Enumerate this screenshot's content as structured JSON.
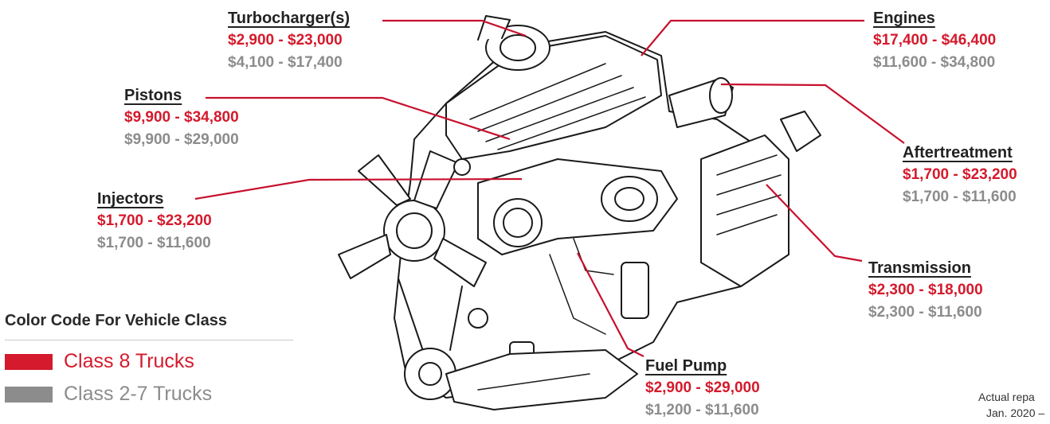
{
  "components": {
    "turbochargers": {
      "name": "Turbocharger(s)",
      "class8": "$2,900 - $23,000",
      "class2_7": "$4,100 - $17,400"
    },
    "pistons": {
      "name": "Pistons",
      "class8": "$9,900 - $34,800",
      "class2_7": "$9,900 - $29,000"
    },
    "injectors": {
      "name": "Injectors",
      "class8": "$1,700 - $23,200",
      "class2_7": "$1,700 - $11,600"
    },
    "engines": {
      "name": "Engines",
      "class8": "$17,400 - $46,400",
      "class2_7": "$11,600 - $34,800"
    },
    "aftertreatment": {
      "name": "Aftertreatment",
      "class8": "$1,700 - $23,200",
      "class2_7": "$1,700 - $11,600"
    },
    "transmission": {
      "name": "Transmission",
      "class8": "$2,300 - $18,000",
      "class2_7": "$2,300 - $11,600"
    },
    "fuel_pump": {
      "name": "Fuel Pump",
      "class8": "$2,900 - $29,000",
      "class2_7": "$1,200 - $11,600"
    }
  },
  "legend": {
    "title": "Color Code For Vehicle Class",
    "items": [
      {
        "label": "Class 8 Trucks",
        "color": "#d41a2c"
      },
      {
        "label": "Class 2-7 Trucks",
        "color": "#8c8c8c"
      }
    ]
  },
  "colors": {
    "leader_line": "#c8102e",
    "class8": "#d41a2c",
    "class2_7": "#8c8c8c",
    "heading": "#222222"
  },
  "footnote": {
    "line1": "Actual repa",
    "line2": "Jan. 2020 –"
  }
}
